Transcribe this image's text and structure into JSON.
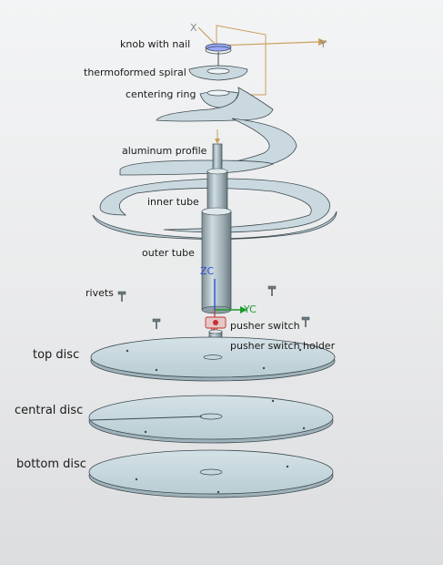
{
  "labels": {
    "knob": "knob with nail",
    "spiral": "thermoformed spiral",
    "centering_ring": "centering ring",
    "aluminum_profile": "aluminum profile",
    "inner_tube": "inner tube",
    "outer_tube": "outer tube",
    "rivets": "rivets",
    "pusher_switch": "pusher switch",
    "pusher_switch_holder": "pusher switch holder",
    "top_disc": "top disc",
    "central_disc": "central disc",
    "bottom_disc": "bottom disc"
  },
  "axes": {
    "world_x": "X",
    "world_y": "Y",
    "work_z": "ZC",
    "work_y": "YC",
    "work_x": "XC"
  },
  "colors": {
    "part_fill": "#c9d9df",
    "part_edge": "#3d4a50",
    "leader": "#8a6a3a",
    "x_axis": "#c9a05a",
    "y_axis": "#8a8a8a",
    "zc_axis": "#2f4fd6",
    "yc_axis": "#1e9a2e",
    "xc_axis": "#c43030",
    "knob": "#9aa8ff"
  }
}
